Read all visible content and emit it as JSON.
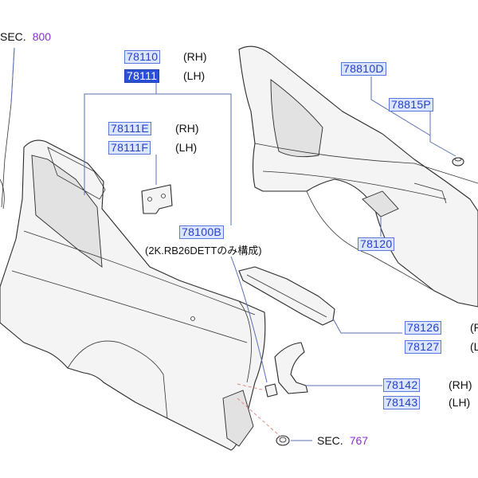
{
  "colors": {
    "part_number_bg": "#dce5ff",
    "part_number_text": "#2740c8",
    "selected_bg": "#2a4fd8",
    "section_ref": "#8a2fd0",
    "leader_line": "#5b6fb5"
  },
  "sections": {
    "top_left": {
      "label": "SEC.",
      "number": "800"
    },
    "bottom": {
      "label": "SEC.",
      "number": "767"
    }
  },
  "parts": {
    "p78110": {
      "number": "78110",
      "side": "(RH)"
    },
    "p78111": {
      "number": "78111",
      "side": "(LH)"
    },
    "p78111E": {
      "number": "78111E",
      "side": "(RH)"
    },
    "p78111F": {
      "number": "78111F",
      "side": "(LH)"
    },
    "p78100B": {
      "number": "78100B",
      "note": "(2K.RB26DETTのみ構成)"
    },
    "p78810D": {
      "number": "78810D"
    },
    "p78815P": {
      "number": "78815P"
    },
    "p78120": {
      "number": "78120"
    },
    "p78126": {
      "number": "78126",
      "side": "(R"
    },
    "p78127": {
      "number": "78127",
      "side": "(L"
    },
    "p78142": {
      "number": "78142",
      "side": "(RH)"
    },
    "p78143": {
      "number": "78143",
      "side": "(LH)"
    }
  }
}
